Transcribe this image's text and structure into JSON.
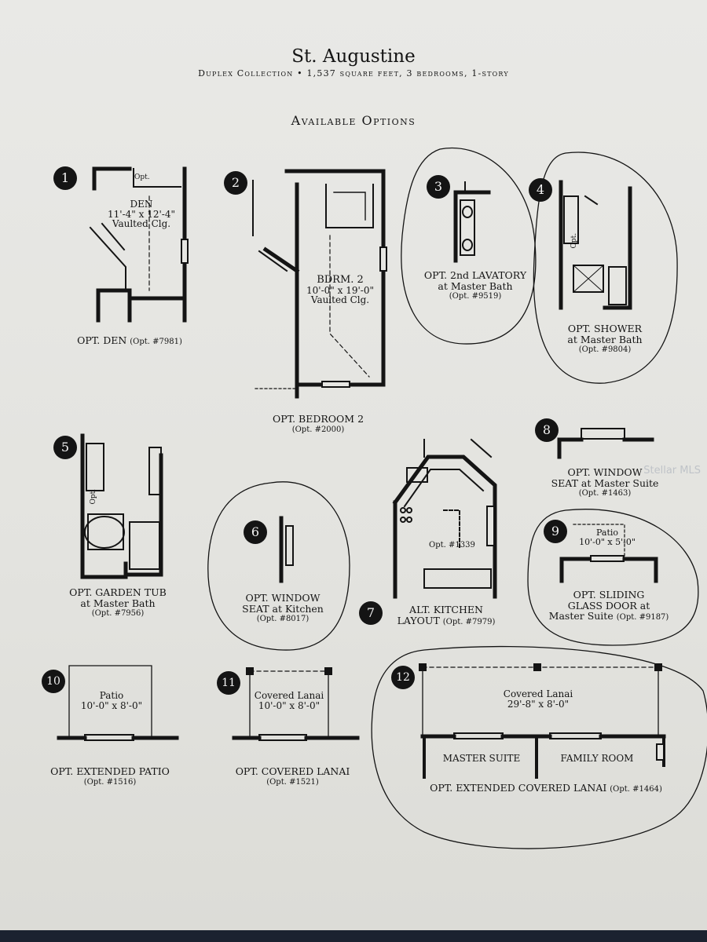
{
  "header": {
    "title": "St. Augustine",
    "subtitle": "Duplex Collection • 1,537 square feet, 3 bedrooms, 1-story",
    "section": "Available Options"
  },
  "watermark": "Stellar MLS",
  "options": [
    {
      "num": "1",
      "name": "OPT. DEN",
      "code": "(Opt. #7981)",
      "room": "DEN",
      "dims": "11'-4\" x 12'-4\"",
      "note": "Vaulted Clg.",
      "tag": "Opt."
    },
    {
      "num": "2",
      "name": "OPT. BEDROOM 2",
      "code": "(Opt. #2000)",
      "room": "BDRM. 2",
      "dims": "10'-0\" x 19'-0\"",
      "note": "Vaulted Clg."
    },
    {
      "num": "3",
      "name": "OPT. 2nd LAVATORY",
      "sub": "at Master Bath",
      "code": "(Opt. #9519)"
    },
    {
      "num": "4",
      "name": "OPT. SHOWER",
      "sub": "at Master Bath",
      "code": "(Opt. #9804)",
      "tag": "Opt."
    },
    {
      "num": "5",
      "name": "OPT. GARDEN TUB",
      "sub": "at Master Bath",
      "code": "(Opt. #7956)",
      "tag": "Opt."
    },
    {
      "num": "6",
      "name": "OPT. WINDOW",
      "sub": "SEAT at Kitchen",
      "code": "(Opt. #8017)"
    },
    {
      "num": "7",
      "name": "ALT. KITCHEN",
      "sub": "LAYOUT",
      "code": "(Opt. #7979)",
      "tag": "Opt. #1339"
    },
    {
      "num": "8",
      "name": "OPT. WINDOW",
      "sub": "SEAT at Master Suite",
      "code": "(Opt. #1463)"
    },
    {
      "num": "9",
      "name": "OPT. SLIDING",
      "sub": "GLASS DOOR at",
      "sub2": "Master Suite",
      "code": "(Opt. #9187)",
      "room": "Patio",
      "dims": "10'-0\" x 5'-0\""
    },
    {
      "num": "10",
      "name": "OPT. EXTENDED PATIO",
      "code": "(Opt. #1516)",
      "room": "Patio",
      "dims": "10'-0\" x 8'-0\""
    },
    {
      "num": "11",
      "name": "OPT. COVERED LANAI",
      "code": "(Opt. #1521)",
      "room": "Covered Lanai",
      "dims": "10'-0\" x 8'-0\""
    },
    {
      "num": "12",
      "name": "OPT. EXTENDED COVERED LANAI",
      "code": "(Opt. #1464)",
      "room": "Covered Lanai",
      "dims": "29'-8\" x 8'-0\"",
      "room2": "MASTER SUITE",
      "room3": "FAMILY ROOM"
    }
  ]
}
